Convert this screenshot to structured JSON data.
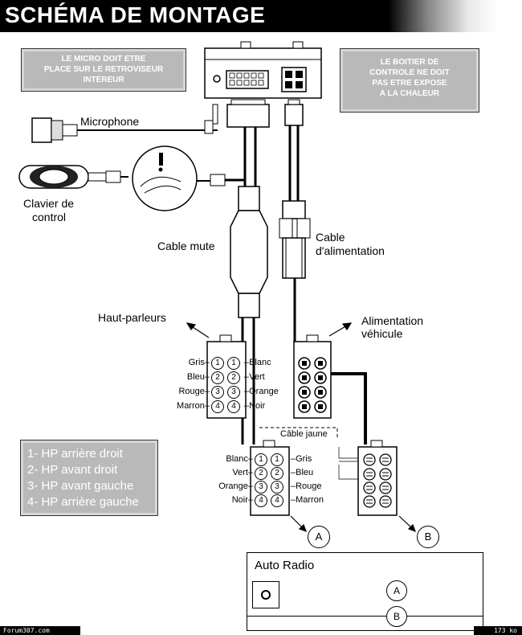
{
  "title": "SCHÉMA DE MONTAGE",
  "notes": {
    "micro": [
      "LE MICRO DOIT ETRE",
      "PLACE SUR LE RETROVISEUR",
      "INTEREUR"
    ],
    "boitier": [
      "LE BOITIER DE",
      "CONTROLE NE DOIT",
      "PAS ETRE EXPOSE",
      "A LA CHALEUR"
    ]
  },
  "labels": {
    "microphone": "Microphone",
    "clavier_line1": "Clavier de",
    "clavier_line2": "control",
    "cable_mute": "Cable mute",
    "cable_alim_line1": "Cable",
    "cable_alim_line2": "d'alimentation",
    "haut_parleurs": "Haut-parleurs",
    "alim_line1": "Alimentation",
    "alim_line2": "véhicule",
    "cable_jaune": "Câble jaune",
    "auto_radio": "Auto Radio",
    "marker_a": "A",
    "marker_b": "B"
  },
  "hp_connector": {
    "left": [
      "Gris",
      "Bleu",
      "Rouge",
      "Marron"
    ],
    "right": [
      "Blanc",
      "Vert",
      "Orange",
      "Noir"
    ],
    "pins": [
      "1",
      "2",
      "3",
      "4"
    ]
  },
  "radio_connector": {
    "left": [
      "Blanc",
      "Vert",
      "Orange",
      "Noir"
    ],
    "right": [
      "Gris",
      "Bleu",
      "Rouge",
      "Marron"
    ],
    "pins": [
      "1",
      "2",
      "3",
      "4"
    ]
  },
  "legend": [
    "1- HP arrière droit",
    "2- HP avant droit",
    "3- HP avant gauche",
    "4- HP arrière gauche"
  ],
  "footer": {
    "left": "Forum307.com",
    "right": "173 ko"
  }
}
